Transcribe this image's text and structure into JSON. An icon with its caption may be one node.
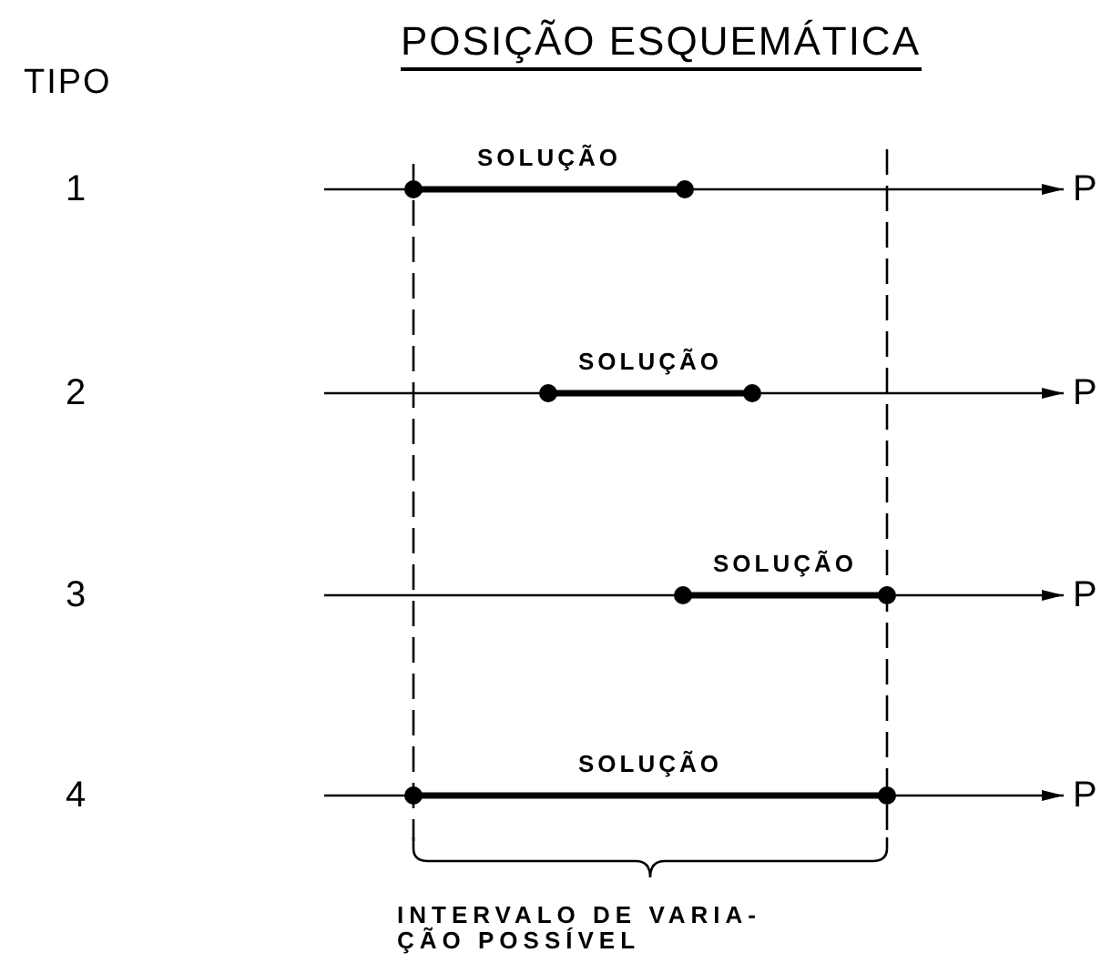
{
  "diagram": {
    "title": "POSIÇÃO ESQUEMÁTICA",
    "labels": [
      "TIPO",
      "1",
      "SOLUÇÃO",
      "P",
      "2",
      "SOLUÇÃO",
      "P",
      "3",
      "SOLUÇÃO",
      "P",
      "4",
      "SOLUÇÃO",
      "P",
      "INTERVALO DE VARIA- ÇÃO POSSÍVEL"
    ]
  }
}
